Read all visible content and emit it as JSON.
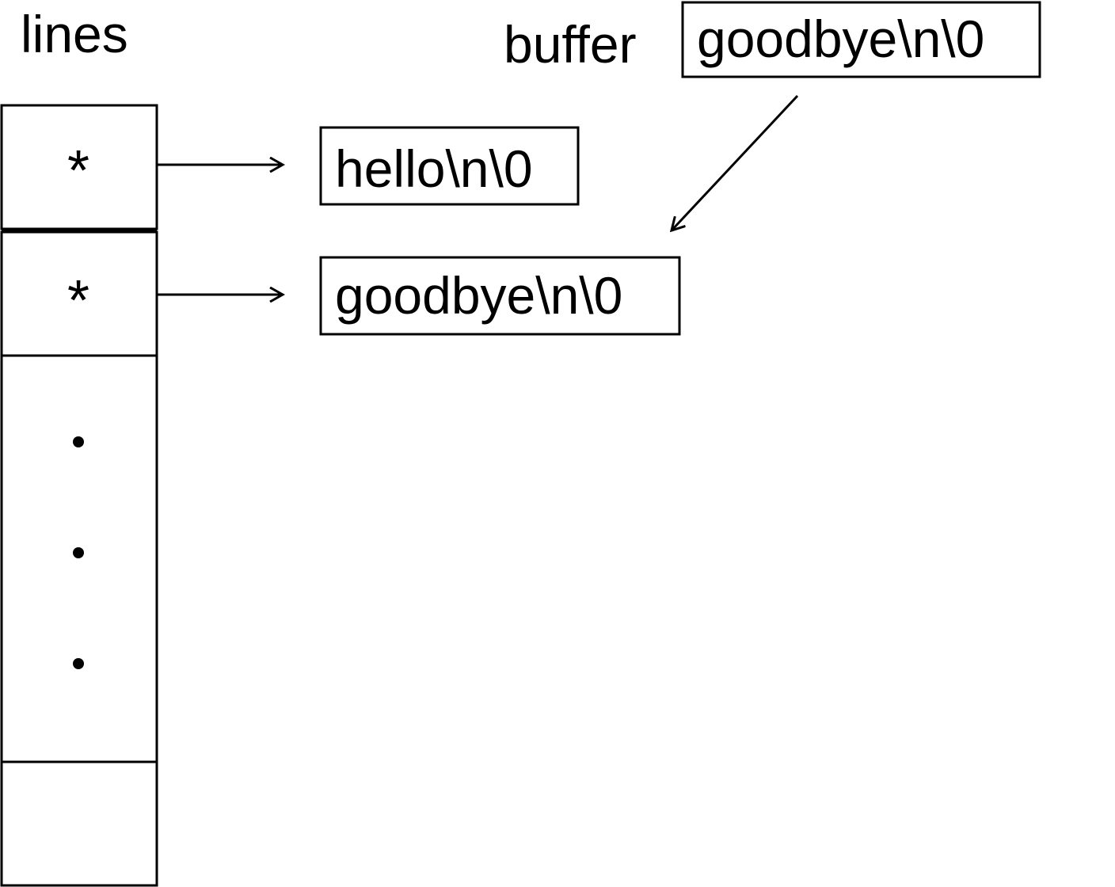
{
  "lines_label": "lines",
  "buffer_label": "buffer",
  "buffer_content": "goodbye\\n\\0",
  "array_cells": [
    {
      "symbol": "*"
    },
    {
      "symbol": "*"
    }
  ],
  "strings": [
    {
      "text": "hello\\n\\0"
    },
    {
      "text": "goodbye\\n\\0"
    }
  ],
  "colors": {
    "stroke": "#000000",
    "background": "#ffffff"
  }
}
